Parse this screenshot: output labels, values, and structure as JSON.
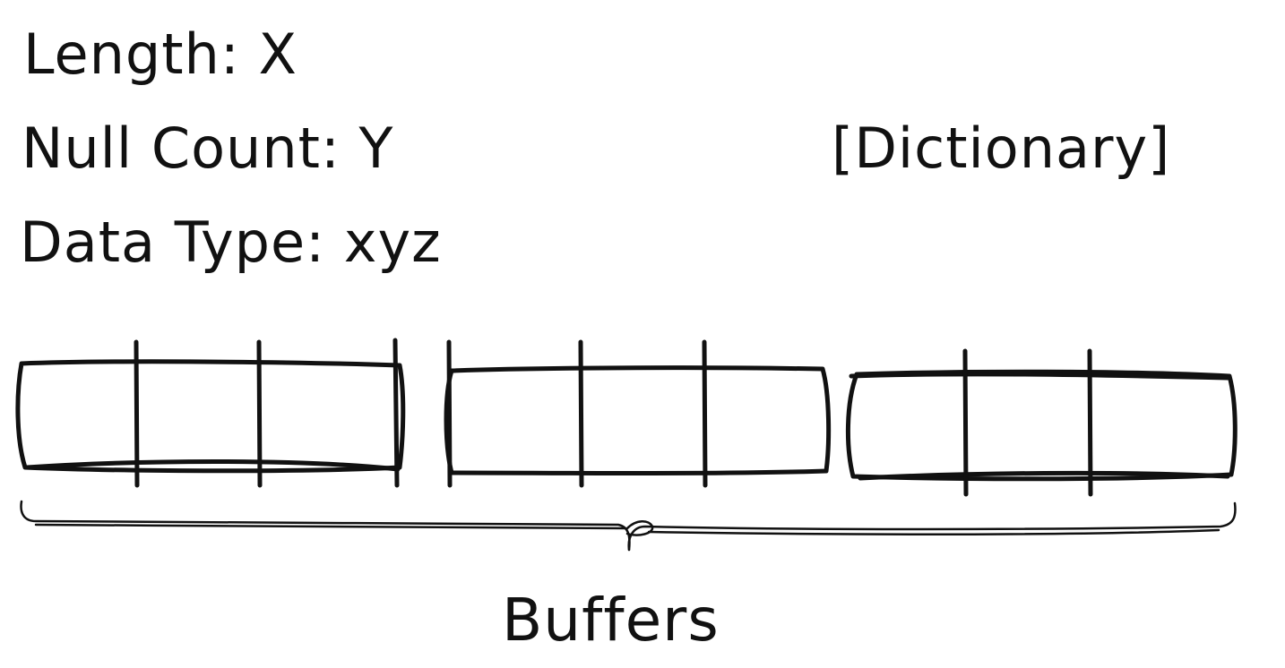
{
  "metadata": {
    "length": "Length: X",
    "null_count": "Null Count: Y",
    "data_type": "Data Type: xyz",
    "dictionary": "[Dictionary]"
  },
  "buffers": {
    "label": "Buffers",
    "count": 3,
    "cells_per_buffer": 3
  }
}
